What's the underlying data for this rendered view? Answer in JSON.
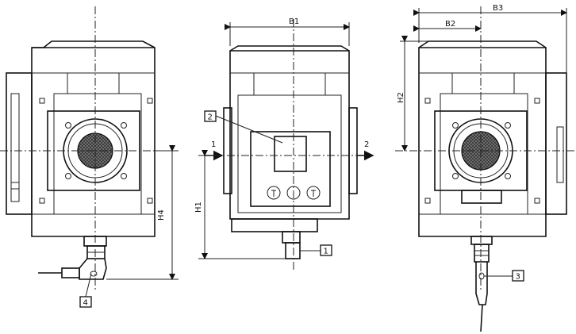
{
  "dimensions": {
    "b1": "B1",
    "b2": "B2",
    "b3": "B3",
    "h1": "H1",
    "h2": "H2",
    "h4": "H4"
  },
  "flow": {
    "inlet": "1",
    "outlet": "2"
  },
  "callouts": {
    "c1": "1",
    "c2": "2",
    "c3": "3",
    "c4": "4"
  }
}
